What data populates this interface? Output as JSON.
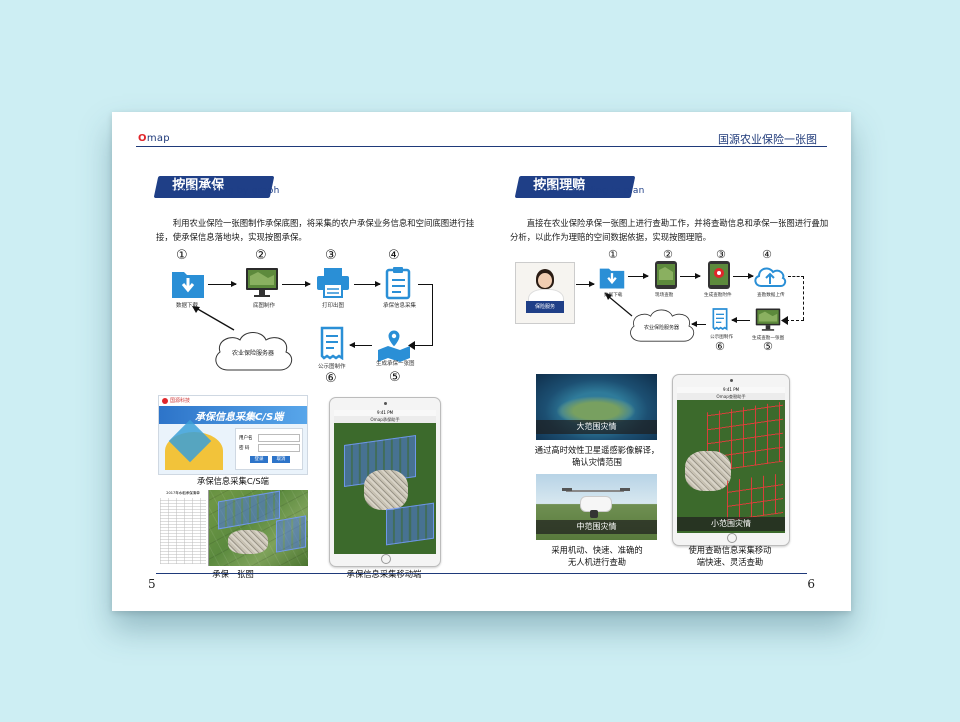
{
  "header": {
    "brand_o": "O",
    "brand_rest": "map",
    "running_title": "国源农业保险一张图"
  },
  "left": {
    "page_number": "5",
    "section_title": "按图承保",
    "section_subtitle": "Underwriting by graph",
    "paragraph": "利用农业保险一张图制作承保底图，将采集的农户承保业务信息和空间底图进行挂接，使承保信息落地块，实现按图承保。",
    "steps": [
      {
        "num": "①",
        "label": "数据下载",
        "icon": "download-folder-icon"
      },
      {
        "num": "②",
        "label": "底图制作",
        "icon": "monitor-map-icon"
      },
      {
        "num": "③",
        "label": "打印出图",
        "icon": "printer-icon"
      },
      {
        "num": "④",
        "label": "承保信息采集",
        "icon": "clipboard-icon"
      },
      {
        "num": "⑤",
        "label": "生成承保一张图",
        "icon": "map-pin-icon"
      },
      {
        "num": "⑥",
        "label": "公示图制作",
        "icon": "document-icon"
      }
    ],
    "cloud_label": "农业保险服务器",
    "cs_title": "承保信息采集C/S端",
    "cs_login": {
      "user": "用户名",
      "pass": "密  码",
      "btn1": "登录",
      "btn2": "取消"
    },
    "cs_logo": "国源科技",
    "table_title": "2017年水稻承保清单",
    "captions": {
      "cs": "承保信息采集C/S端",
      "map": "承保一张图",
      "mobile": "承保信息采集移动端"
    },
    "tablet_status": "9:41 PM",
    "tablet_app": "Omap承保助手"
  },
  "right": {
    "page_number": "6",
    "section_title": "按图理赔",
    "section_subtitle": "Settle according to plan",
    "paragraph": "直接在农业保险承保一张图上进行查勘工作，并将查勘信息和承保一张图进行叠加分析，以此作为理赔的空间数据依据，实现按图理赔。",
    "operator_badge": "保险服务",
    "steps": [
      {
        "num": "①",
        "label": "数据下载",
        "icon": "download-folder-icon"
      },
      {
        "num": "②",
        "label": "现场查勘",
        "icon": "tablet-map-icon"
      },
      {
        "num": "③",
        "label": "生成查勘附件",
        "icon": "tablet-pin-icon"
      },
      {
        "num": "④",
        "label": "查勘数据上传",
        "icon": "cloud-upload-icon"
      },
      {
        "num": "⑤",
        "label": "生成查勘一张图",
        "icon": "monitor-map-icon"
      },
      {
        "num": "⑥",
        "label": "公示图制作",
        "icon": "document-icon"
      }
    ],
    "cloud_label": "农业保险服务器",
    "photo_banners": {
      "large": "大范围灾情",
      "medium": "中范围灾情",
      "small": "小范围灾情"
    },
    "captions": {
      "large": "通过高时效性卫星遥感影像解译，确认灾情范围",
      "drone_line1": "采用机动、快速、准确的",
      "drone_line2": "无人机进行查勘",
      "mobile_line1": "使用查勘信息采集移动",
      "mobile_line2": "端快速、灵活查勘"
    },
    "tablet_status": "9:41 PM",
    "tablet_app": "Omap查勘助手"
  }
}
